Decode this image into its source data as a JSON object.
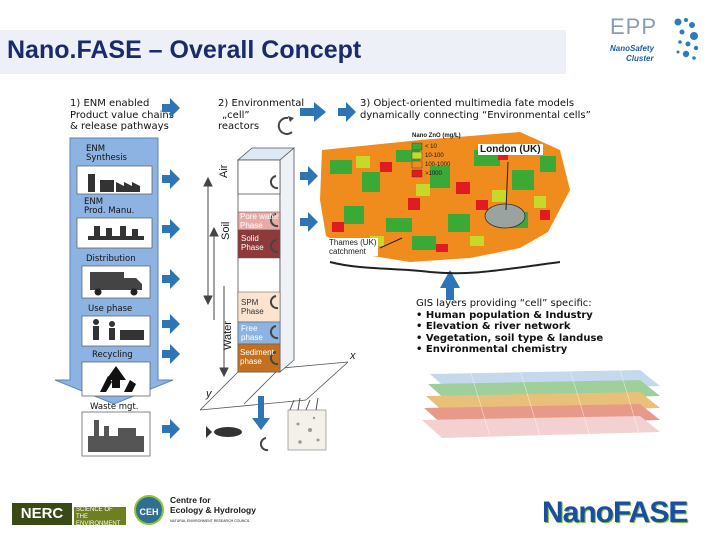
{
  "slide": {
    "title": "Nano.FASE – Overall Concept"
  },
  "header_logo": {
    "wordmark": "EPP",
    "subtitle_line1": "NanoSafety",
    "subtitle_line2": "Cluster"
  },
  "step1": {
    "lines": [
      "1) ENM enabled",
      "Product value chains",
      "& release pathways"
    ],
    "cards": [
      {
        "label": "ENM Synthesis",
        "lines": [
          "ENM",
          "Synthesis"
        ],
        "icon": "factory-icon"
      },
      {
        "label": "ENM Prod. Manu.",
        "lines": [
          "ENM",
          "Prod. Manu."
        ],
        "icon": "production-line-icon"
      },
      {
        "label": "Distribution",
        "lines": [
          "Distribution"
        ],
        "icon": "truck-icon"
      },
      {
        "label": "Use phase",
        "lines": [
          "Use phase"
        ],
        "icon": "people-icon"
      },
      {
        "label": "Recycling",
        "lines": [
          "Recycling"
        ],
        "icon": "recycle-icon"
      },
      {
        "label": "Waste mgt.",
        "lines": [
          "Waste mgt."
        ],
        "icon": "waste-plant-icon"
      }
    ]
  },
  "step2": {
    "lines": [
      "2) Environmental",
      "„cell”",
      "reactors"
    ],
    "compartments": {
      "air": "Air",
      "soil": "Soil",
      "water": "Water"
    },
    "phases": [
      {
        "label": "Pore water",
        "lines": [
          "Pore water",
          "Phase"
        ],
        "color": "#e8aaa6"
      },
      {
        "label": "Solid Phase",
        "lines": [
          "Solid",
          "Phase"
        ],
        "color": "#8e3a3a"
      },
      {
        "label": "SPM Phase",
        "lines": [
          "SPM",
          "Phase"
        ],
        "color": "#fbe3cf"
      },
      {
        "label": "Free phase",
        "lines": [
          "Free",
          "phase"
        ],
        "color": "#8db3e2"
      },
      {
        "label": "Sediment phase",
        "lines": [
          "Sediment",
          "phase"
        ],
        "color": "#c4701e"
      }
    ],
    "axis_x": "x",
    "axis_y": "y"
  },
  "step3": {
    "lines": [
      "3) Object-oriented multimedia fate models",
      "dynamically connecting “Environmental cells”"
    ],
    "legend": {
      "title": "Nano ZnO (mg/L)",
      "items": [
        {
          "label": "< 10",
          "color": "#3aa935"
        },
        {
          "label": "10-100",
          "color": "#c6d92b"
        },
        {
          "label": "100-1000",
          "color": "#f08b1d"
        },
        {
          "label": ">1000",
          "color": "#e11b22"
        }
      ]
    },
    "map_labels": {
      "london": "London (UK)",
      "thames_line1": "Thames (UK)",
      "thames_line2": "catchment"
    },
    "gis": {
      "heading": "GIS layers providing “cell” specific:",
      "bullets": [
        "Human population & Industry",
        "Elevation & river network",
        "Vegetation, soil type & landuse",
        "Environmental chemistry"
      ]
    }
  },
  "footer": {
    "nerc": "NERC",
    "nerc_tag_line1": "SCIENCE OF THE",
    "nerc_tag_line2": "ENVIRONMENT",
    "ceh_badge": "CEH",
    "ceh_line1": "Centre for",
    "ceh_line2": "Ecology & Hydrology",
    "ceh_small": "NATURAL ENVIRONMENT RESEARCH COUNCIL",
    "nanofase_logo": "NanoFASE"
  },
  "colors": {
    "title_text": "#1b2a6b",
    "title_band": "#eef0f7",
    "arrow_blue": "#2e75b6",
    "chevron_blue": "#8db3e2"
  }
}
